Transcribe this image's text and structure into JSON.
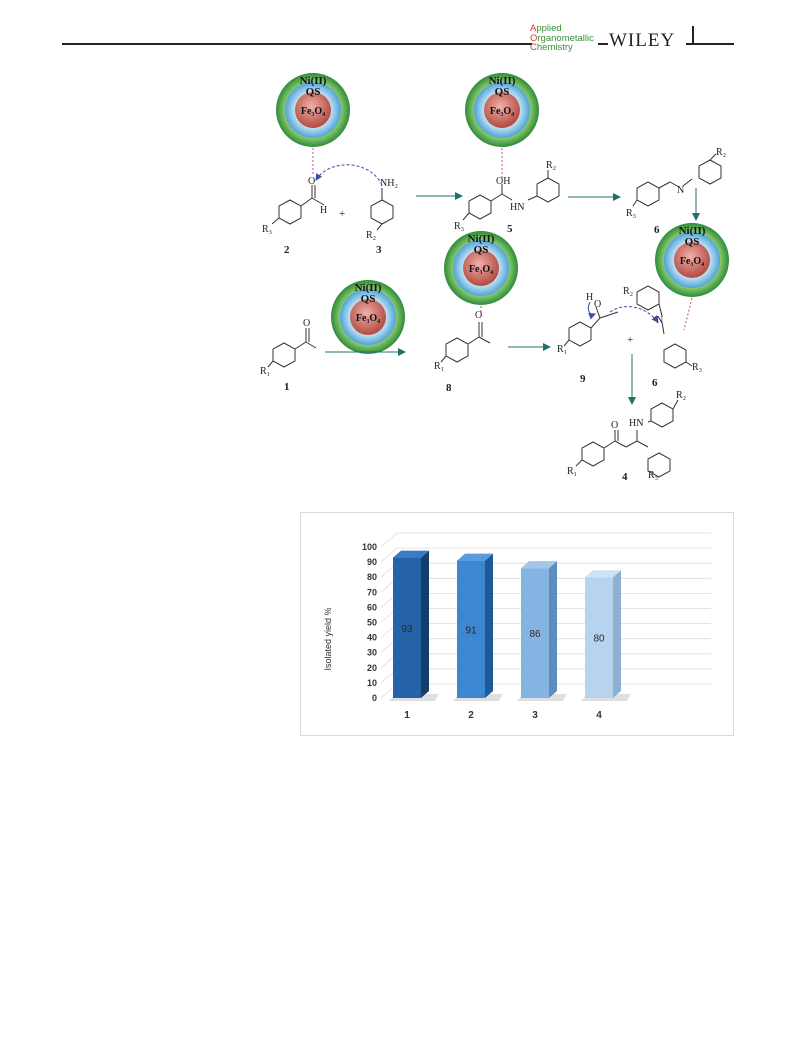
{
  "header": {
    "journal_lines": [
      {
        "initial": "A",
        "rest": "pplied"
      },
      {
        "initial": "O",
        "rest": "rganometallic"
      },
      {
        "initial": "C",
        "rest": "hemistry"
      }
    ],
    "publisher": "WILEY"
  },
  "scheme": {
    "nanoparticle": {
      "line1": "Ni(II)",
      "line2": "QS",
      "core": "Fe₃O₄"
    },
    "compound_numbers": {
      "c1": "1",
      "c2": "2",
      "c3": "3",
      "c4": "4",
      "c5": "5",
      "c6a": "6",
      "c6b": "6",
      "c8": "8",
      "c9": "9"
    },
    "plus": "+",
    "groups": {
      "nh2": "NH₂",
      "oh": "OH",
      "hn": "HN",
      "n": "N",
      "o": "O",
      "h": "H",
      "r1": "R₁",
      "r2": "R₂",
      "r3": "R₃"
    }
  },
  "chart_data": {
    "type": "bar",
    "categories": [
      "1",
      "2",
      "3",
      "4"
    ],
    "values": [
      93,
      91,
      86,
      80
    ],
    "ylabel": "Isolated yield %",
    "ylim": [
      0,
      100
    ],
    "yticks": [
      0,
      10,
      20,
      30,
      40,
      50,
      60,
      70,
      80,
      90,
      100
    ],
    "grid": true,
    "colors": [
      "#2563a8",
      "#3d86d0",
      "#86b4e2",
      "#b7d3ef"
    ],
    "side_colors": [
      "#153e6b",
      "#1f5a96",
      "#5d8dbb",
      "#8eb0d3"
    ],
    "top_colors": [
      "#3a7bc4",
      "#5a9be0",
      "#a3c6ea",
      "#cfe1f4"
    ],
    "floor_color": "#c9c9c9"
  }
}
